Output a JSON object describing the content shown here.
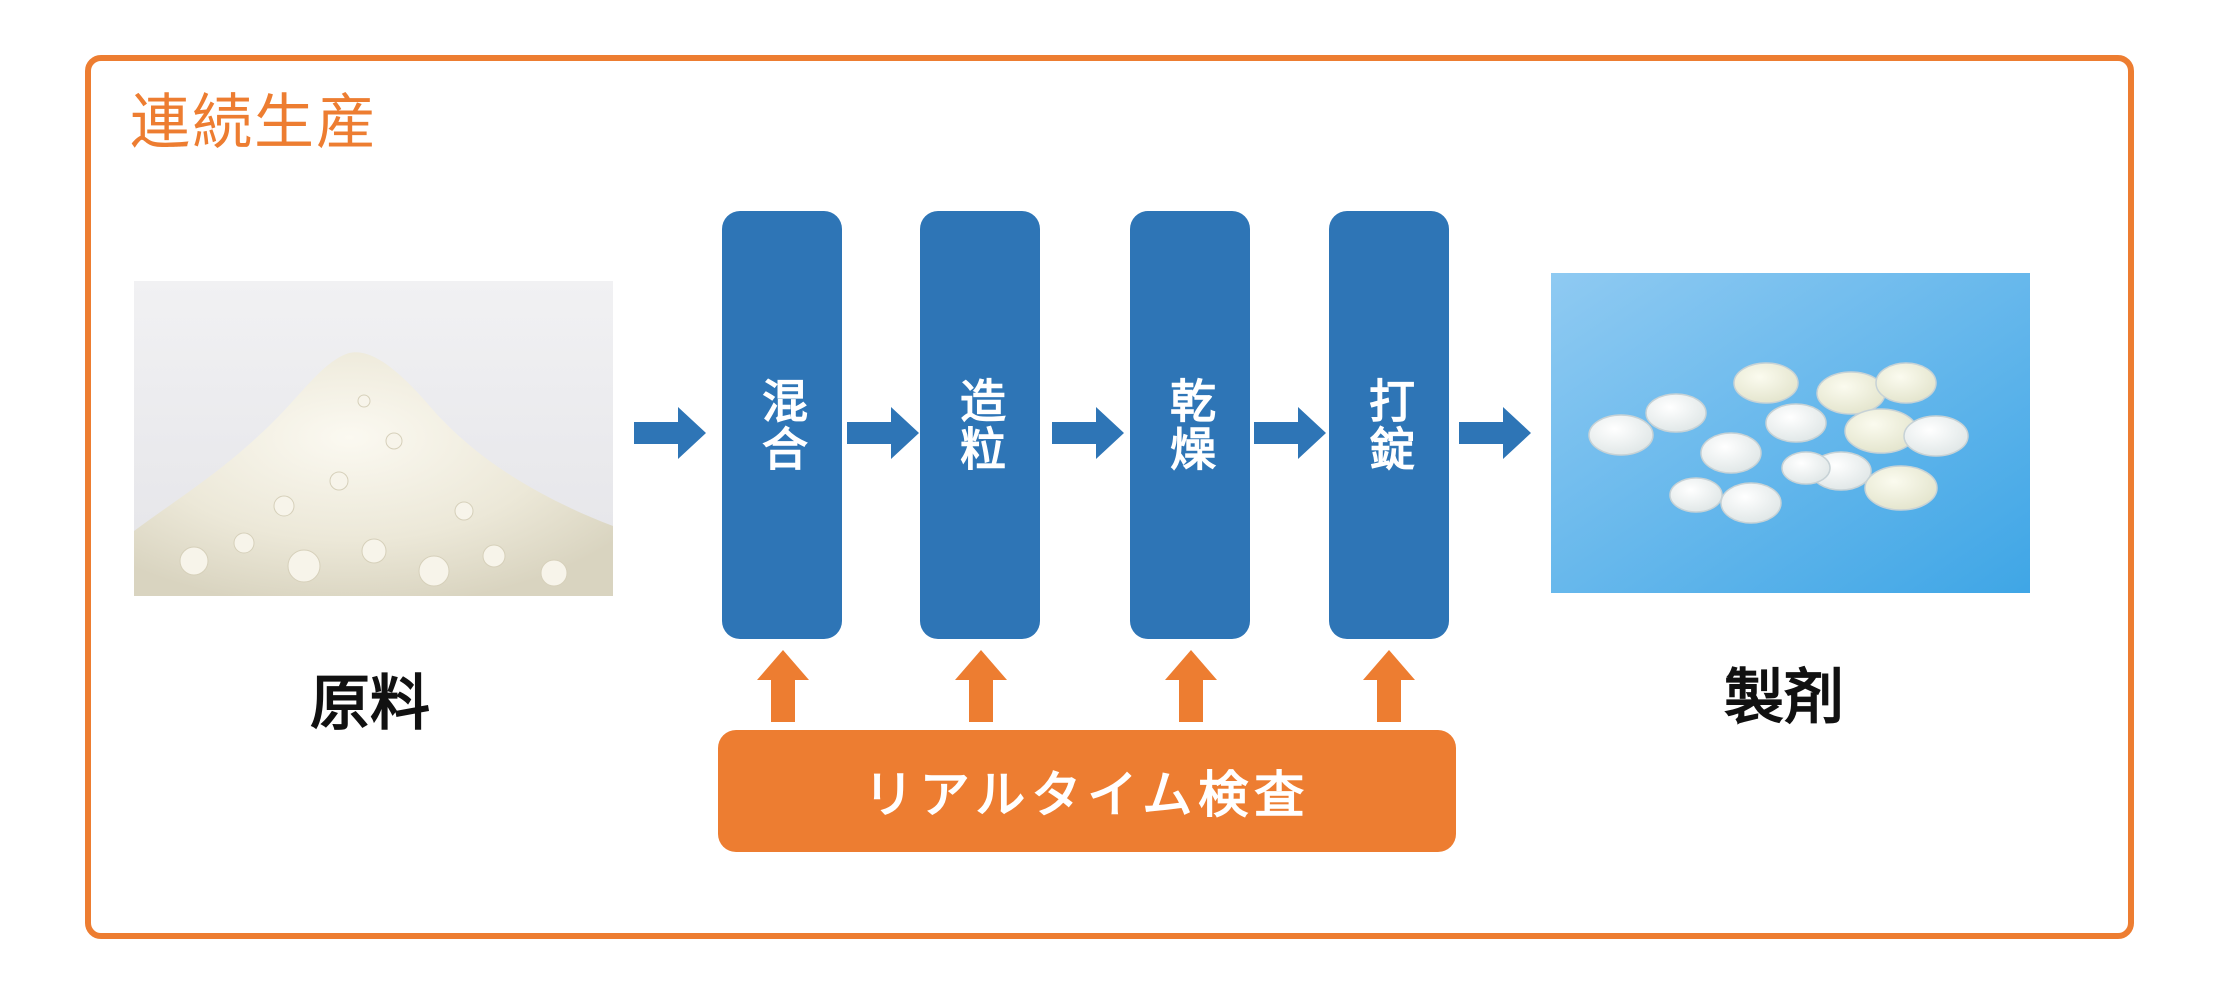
{
  "title": "連続生産",
  "input": {
    "caption": "原料",
    "image": "powder-pile"
  },
  "output": {
    "caption": "製剤",
    "image": "tablets-on-blue"
  },
  "steps": [
    {
      "label": "混合"
    },
    {
      "label": "造粒"
    },
    {
      "label": "乾燥"
    },
    {
      "label": "打錠"
    }
  ],
  "inspection": {
    "label": "リアルタイム検査"
  },
  "colors": {
    "accent": "#ED7D31",
    "step": "#2E75B6",
    "arrow": "#2E75B6"
  },
  "icons": {
    "flow_arrow": "arrow-right-icon",
    "feedback_arrow": "arrow-up-icon"
  }
}
